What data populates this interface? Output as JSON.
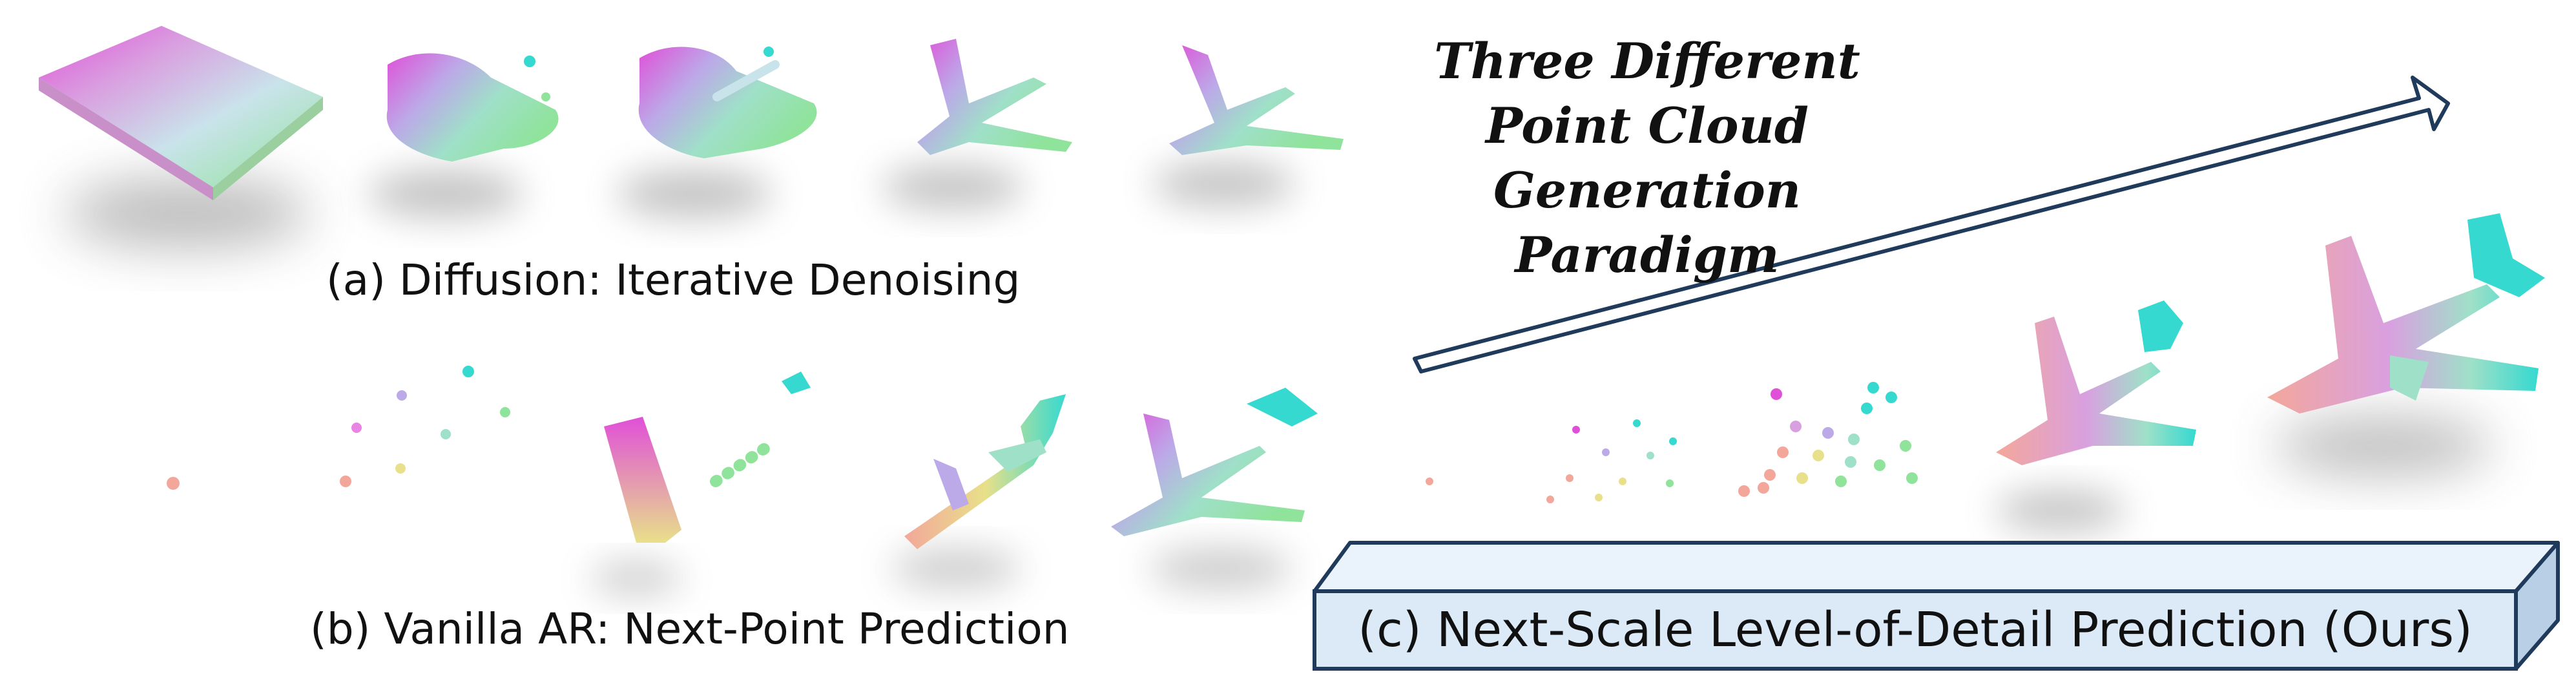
{
  "title": {
    "line1": "Three Different Point Cloud",
    "line2": "Generation Paradigm"
  },
  "row_a": {
    "label": "(a)  Diffusion: Iterative Denoising",
    "steps": 5
  },
  "row_b": {
    "label": "(b)  Vanilla AR: Next-Point Prediction",
    "steps": 5
  },
  "row_c": {
    "label": "(c) Next-Scale Level-of-Detail Prediction (Ours)",
    "steps": 5
  },
  "colors": {
    "magenta": "#e04fd8",
    "cyan": "#35d9d0",
    "green": "#8fe39a",
    "peach": "#f3a79a",
    "lavender": "#bca9e8",
    "yellow": "#e8e08a",
    "box_face": "#dce9f7",
    "box_top": "#eaf2fb",
    "box_side": "#b9cfe6",
    "box_stroke": "#1f3a5a",
    "shadow": "#6e6e6e"
  }
}
